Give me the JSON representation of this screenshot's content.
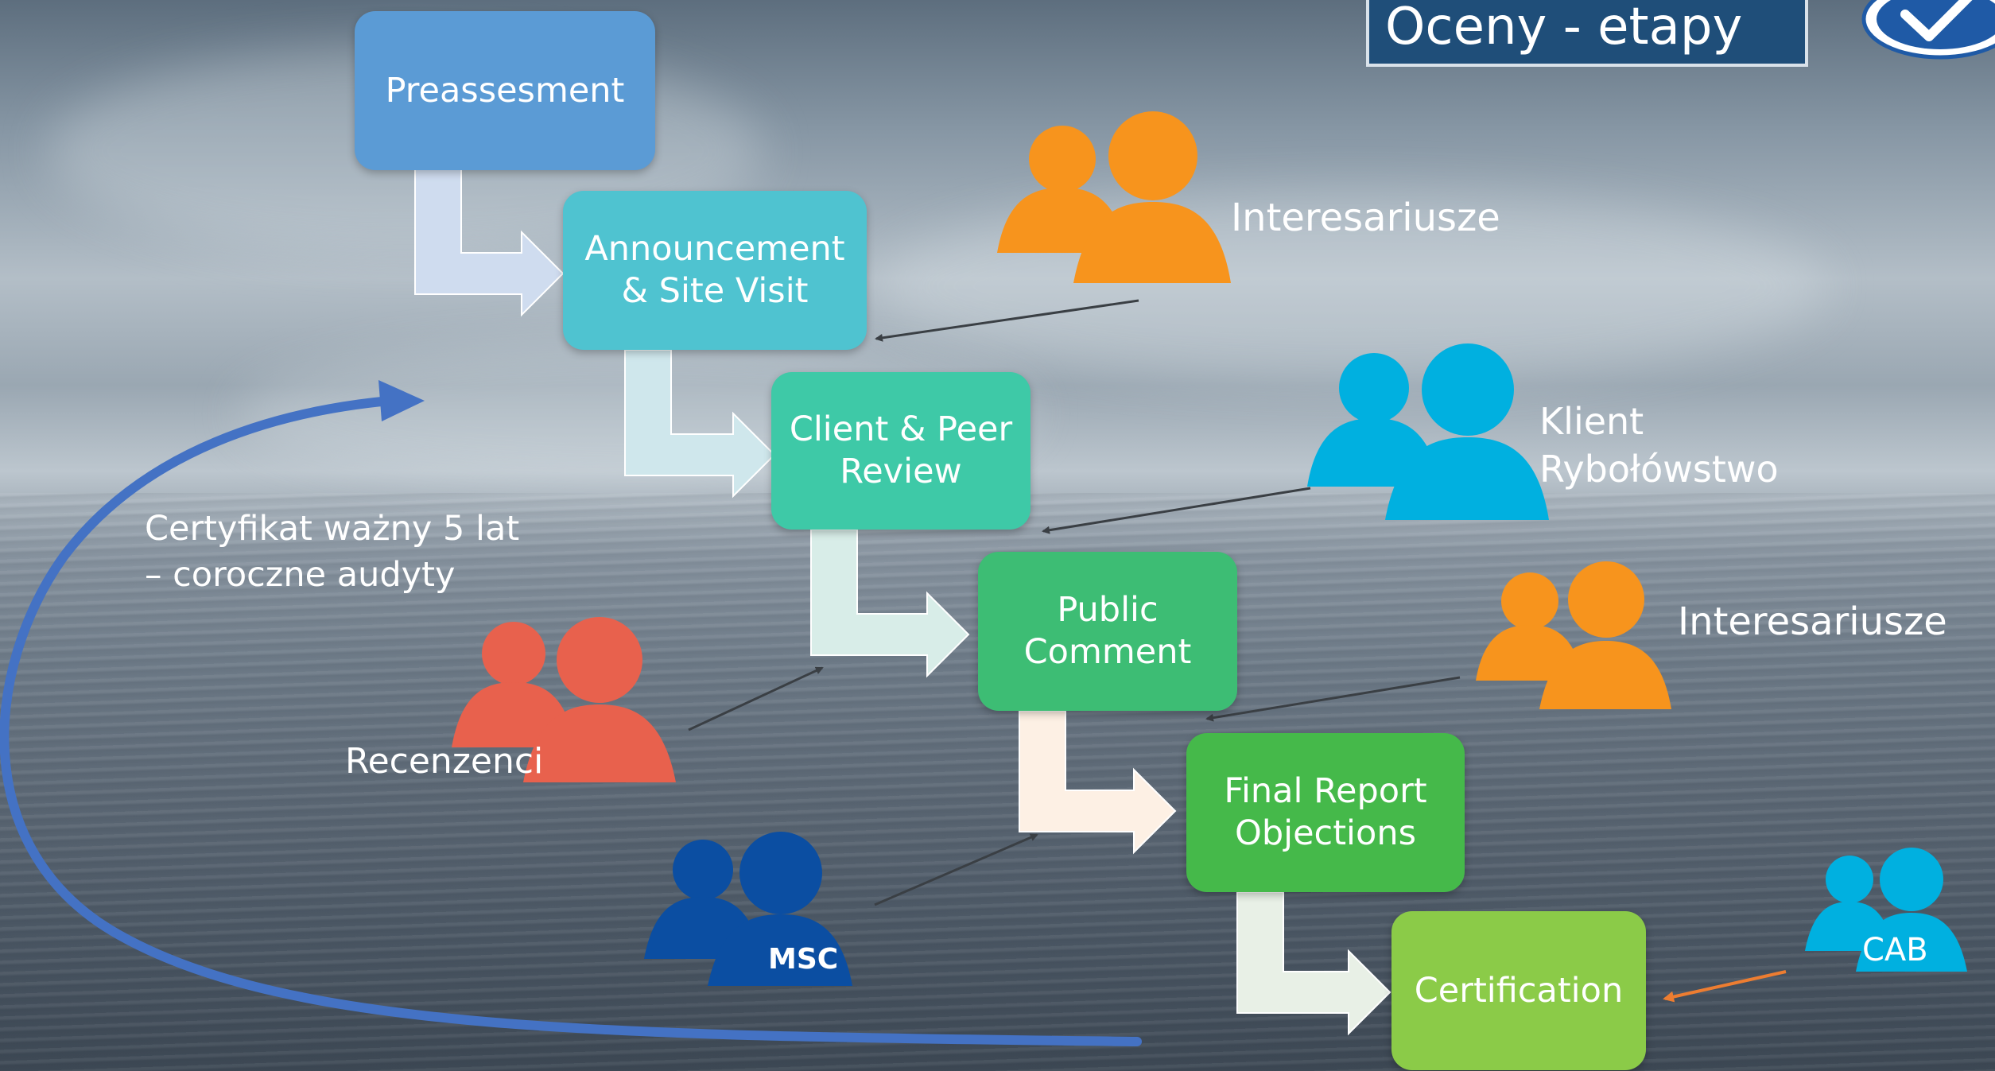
{
  "title": "Oceny - etapy",
  "colors": {
    "title_bg": "#1f4e79",
    "accent_arc": "#4472c4",
    "stakeholder_orange": "#f7941d",
    "stakeholder_blue": "#00b0e0",
    "stakeholder_red": "#e8614d",
    "stakeholder_navy": "#0b4ea2"
  },
  "stages": [
    {
      "label": "Preassesment",
      "color": "#5b9bd5"
    },
    {
      "label": "Announcement\n& Site Visit",
      "color": "#4fc3d0"
    },
    {
      "label": "Client & Peer\nReview",
      "color": "#3ec9a7"
    },
    {
      "label": "Public\nComment",
      "color": "#3dbd74"
    },
    {
      "label": "Final Report\nObjections",
      "color": "#45b94a"
    },
    {
      "label": "Certification",
      "color": "#8bcb48"
    }
  ],
  "stakeholders": [
    {
      "label": "Interesariusze",
      "icon": "people-icon-orange"
    },
    {
      "label": "Klient\nRybołówstwo",
      "icon": "people-icon-blue"
    },
    {
      "label": "Interesariusze",
      "icon": "people-icon-orange"
    },
    {
      "label": "Recenzenci",
      "icon": "people-icon-red"
    },
    {
      "label": "MSC",
      "icon": "people-icon-navy"
    },
    {
      "label": "CAB",
      "icon": "people-icon-blue"
    }
  ],
  "cycle_note": "Certyfikat ważny 5 lat\n – coroczne audyty",
  "logo": {
    "icon": "msc-checkmark-logo"
  }
}
